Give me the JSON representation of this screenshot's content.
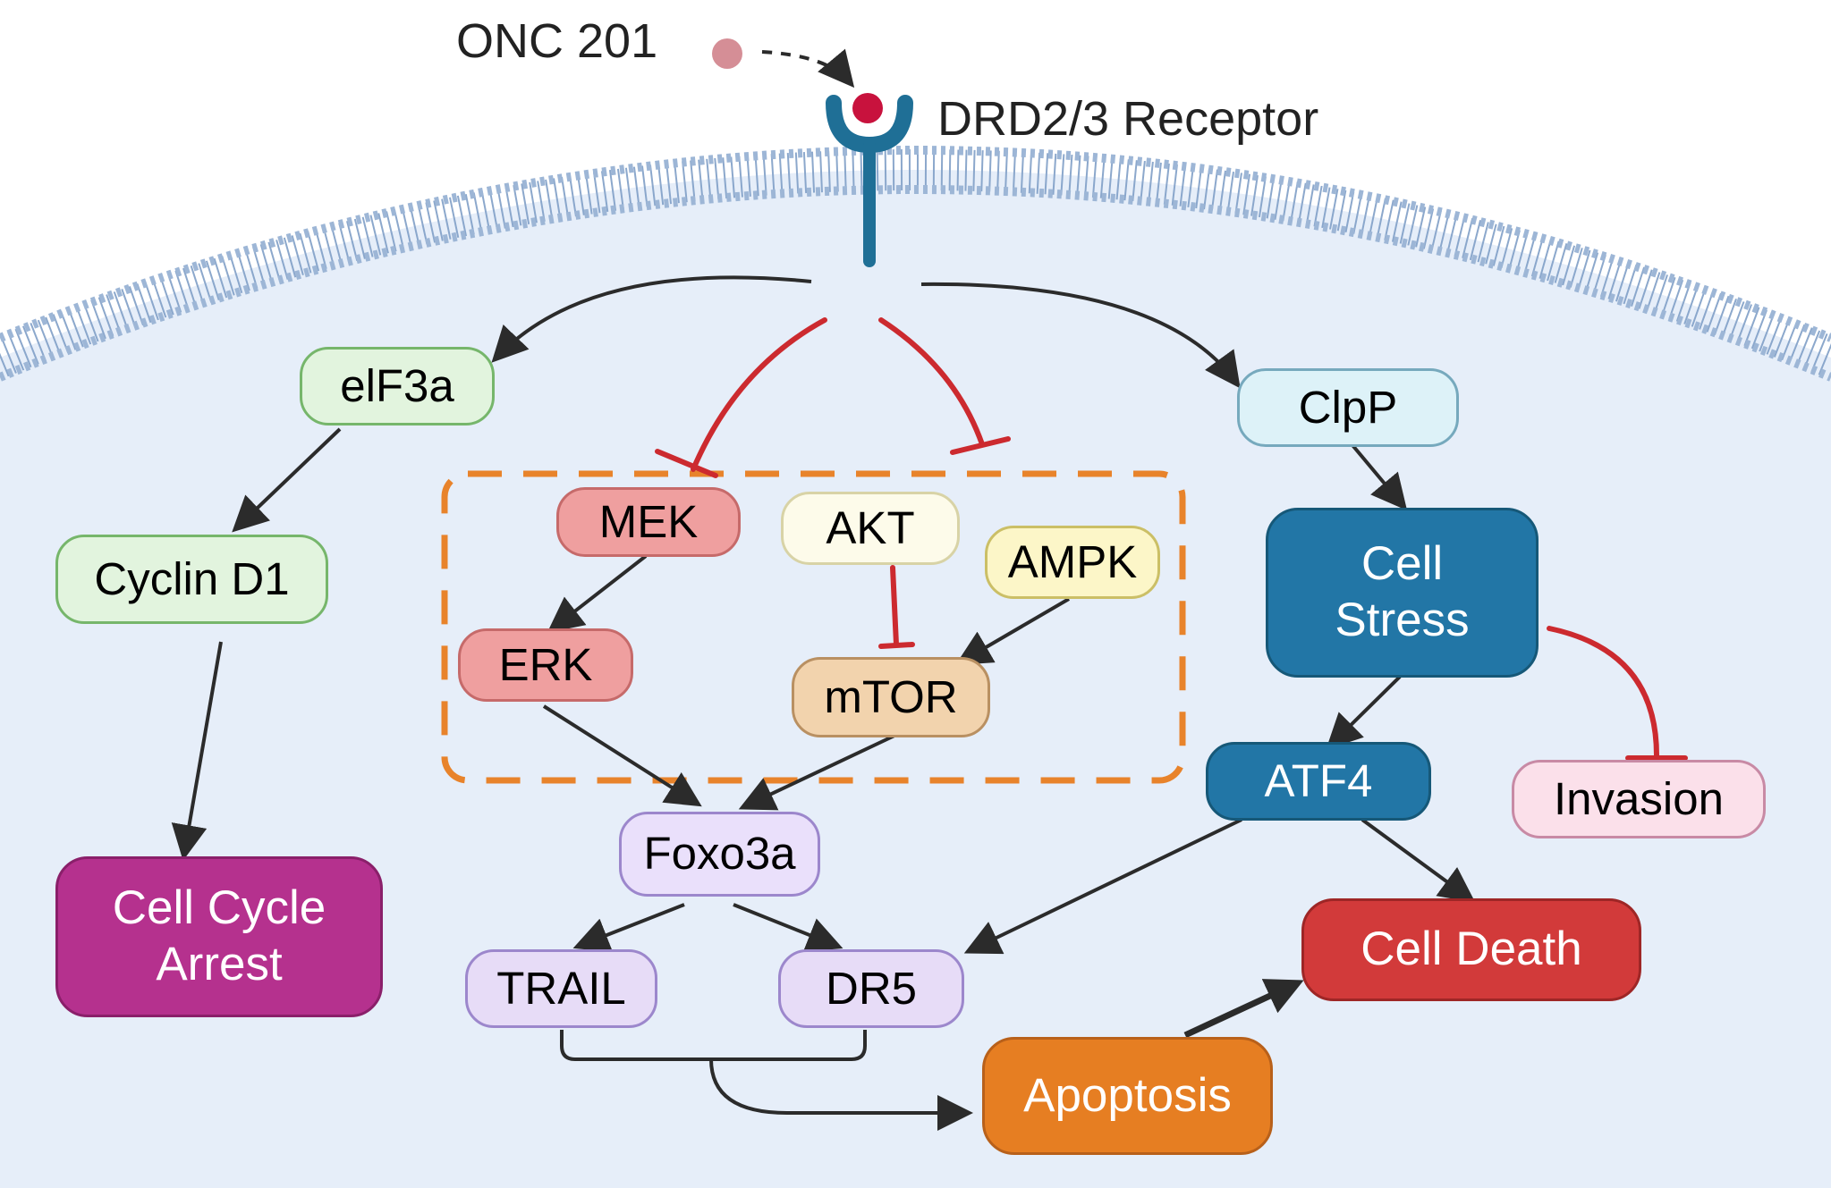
{
  "drug": {
    "label": "ONC 201"
  },
  "receptor": {
    "label": "DRD2/3 Receptor"
  },
  "nodes": {
    "eif3a": "elF3a",
    "cyclin_d1": "Cyclin D1",
    "cell_cycle_arrest": [
      "Cell Cycle",
      "Arrest"
    ],
    "mek": "MEK",
    "akt": "AKT",
    "ampk": "AMPK",
    "erk": "ERK",
    "mtor": "mTOR",
    "foxo3a": "Foxo3a",
    "trail": "TRAIL",
    "dr5": "DR5",
    "apoptosis": "Apoptosis",
    "clpp": "ClpP",
    "cell_stress": [
      "Cell",
      "Stress"
    ],
    "atf4": "ATF4",
    "invasion": "Invasion",
    "cell_death": "Cell Death"
  },
  "colors": {
    "cytoplasm": "#e6eef9",
    "membrane": "#7f9fc6",
    "activation_arrow": "#2b2b2b",
    "inhibition_arrow": "#cc2a2f",
    "dashed_box": "#e8832b",
    "receptor": "#1f6f96",
    "drug_dot": "#d58e96",
    "ligand": "#c8123d"
  },
  "edges": {
    "activation": [
      "ONC 201 -> DRD2/3 Receptor",
      "DRD2/3 Receptor -> elF3a",
      "DRD2/3 Receptor -> ClpP",
      "elF3a -> Cyclin D1",
      "Cyclin D1 -> Cell Cycle Arrest",
      "MEK -> ERK",
      "AMPK -> mTOR",
      "ERK -> Foxo3a",
      "mTOR -> Foxo3a",
      "Foxo3a -> TRAIL",
      "Foxo3a -> DR5",
      "TRAIL + DR5 -> Apoptosis",
      "Apoptosis -> Cell Death",
      "ClpP -> Cell Stress",
      "Cell Stress -> ATF4",
      "ATF4 -> DR5",
      "ATF4 -> Cell Death"
    ],
    "inhibition": [
      "DRD2/3 Receptor -| MEK",
      "DRD2/3 Receptor -| AKT/AMPK/mTOR",
      "AKT -| mTOR",
      "Cell Stress -| Invasion"
    ]
  }
}
